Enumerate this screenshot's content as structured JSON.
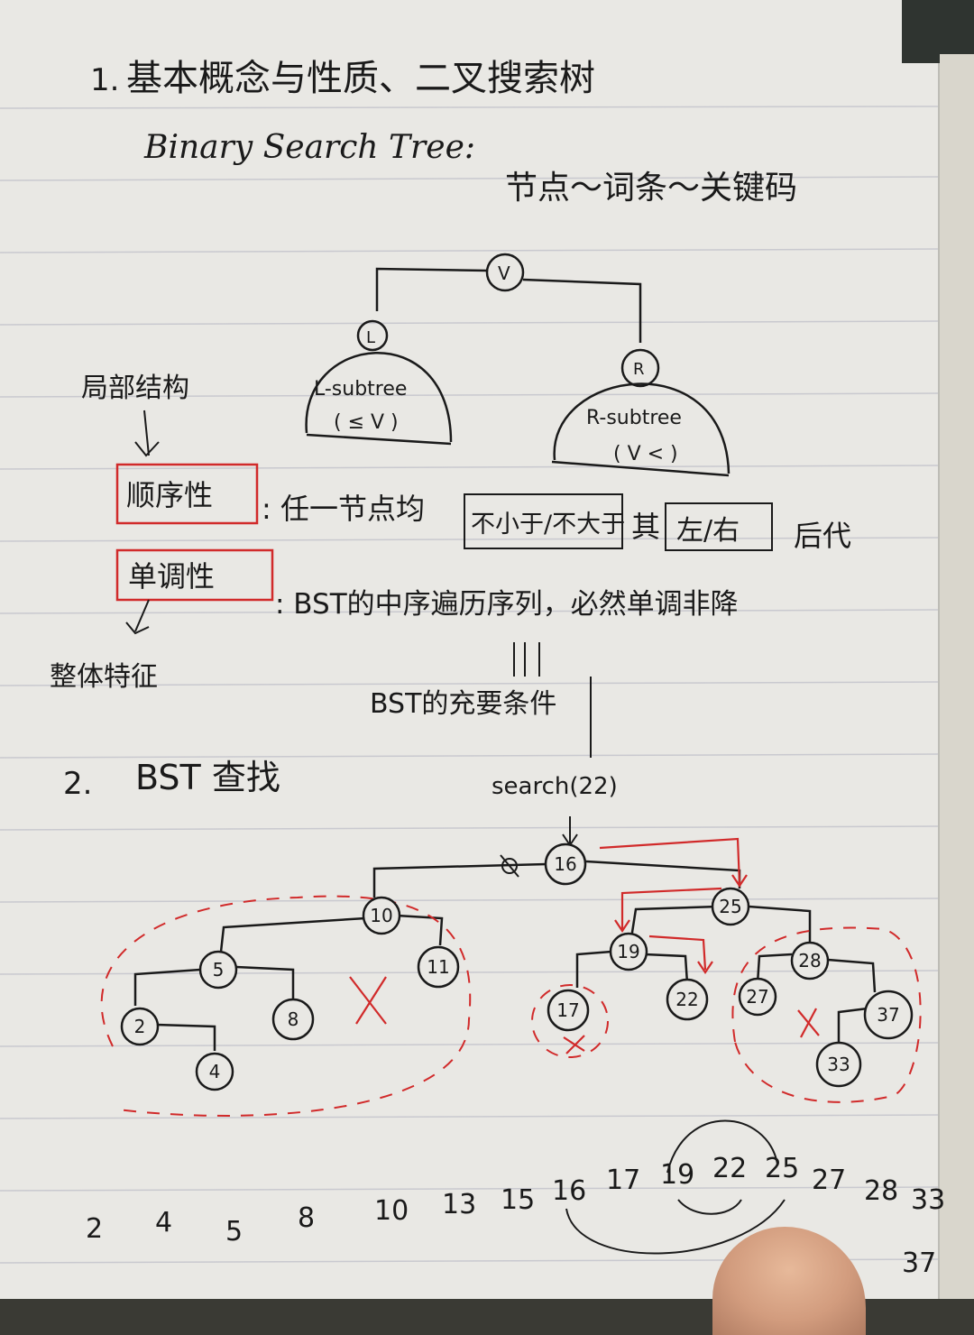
{
  "heading": {
    "number": "1.",
    "title": "基本概念与性质、二叉搜索树",
    "subtitle_en": "Binary Search Tree:",
    "subtitle_cn": "节点～词条～关键码"
  },
  "bst_diagram": {
    "root": "V",
    "left": "L",
    "right": "R",
    "left_subtree_label": "L-subtree",
    "left_subtree_cond": "( ≤ V )",
    "right_subtree_label": "R-subtree",
    "right_subtree_cond": "( V < )",
    "side_note": "局部结构"
  },
  "properties": {
    "order_box": "顺序性",
    "order_text_pre": ": 任一节点均",
    "order_box2": "不小于/不大于",
    "order_text_mid": "其",
    "order_box3": "左/右",
    "order_text_post": "后代",
    "mono_box": "单调性",
    "mono_text": ": BST的中序遍历序列，必然单调非降",
    "mono_side": "整体特征",
    "equiv_text": "BST的充要条件"
  },
  "section2": {
    "number": "2.",
    "title": "BST 查找",
    "search_label": "search(22)"
  },
  "search_tree": {
    "nodes": [
      "16",
      "10",
      "5",
      "11",
      "2",
      "8",
      "4",
      "25",
      "19",
      "28",
      "17",
      "22",
      "27",
      "37",
      "33"
    ]
  },
  "sequence": [
    "2",
    "4",
    "5",
    "8",
    "10",
    "13",
    "15",
    "16",
    "17",
    "19",
    "22",
    "25",
    "27",
    "28",
    "33",
    "37"
  ],
  "colors": {
    "ink": "#1a1a1a",
    "red": "#d12a2a",
    "paper": "#e9e8e4",
    "rule": "#c9c9cf"
  }
}
